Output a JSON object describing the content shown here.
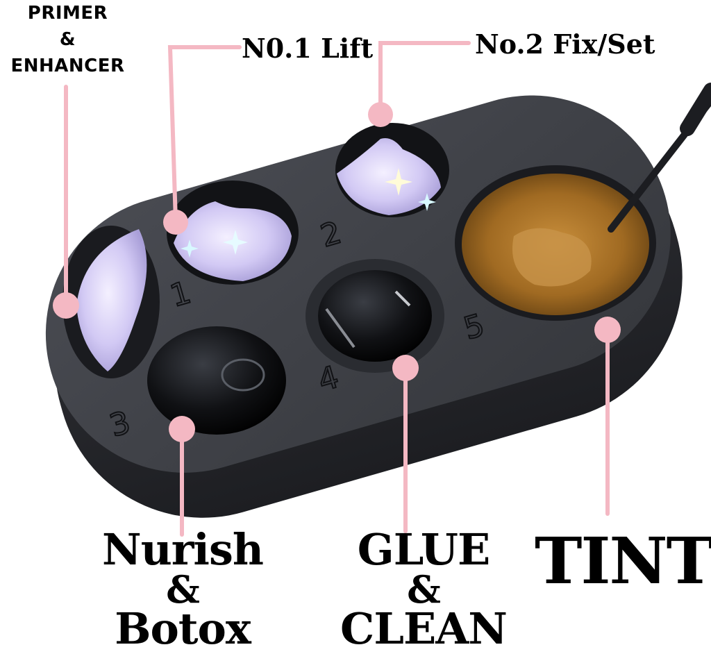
{
  "labels": {
    "primer": [
      "PRIMER",
      "&",
      "ENHANCER"
    ],
    "lift": "N0.1 Lift",
    "fix": "No.2 Fix/Set",
    "nurish": [
      "Nurish",
      "&",
      "Botox"
    ],
    "glue": [
      "GLUE",
      "&",
      "CLEAN"
    ],
    "tint": "TINT"
  },
  "tray": {
    "numbers": [
      "1",
      "2",
      "3",
      "4",
      "5"
    ]
  },
  "colors": {
    "tray": "#3d3f45",
    "accent_pink": "#f4b8c3",
    "gel_lavender": "#cdc3f2",
    "tint_amber": "#b07a2a",
    "text": "#000000"
  }
}
